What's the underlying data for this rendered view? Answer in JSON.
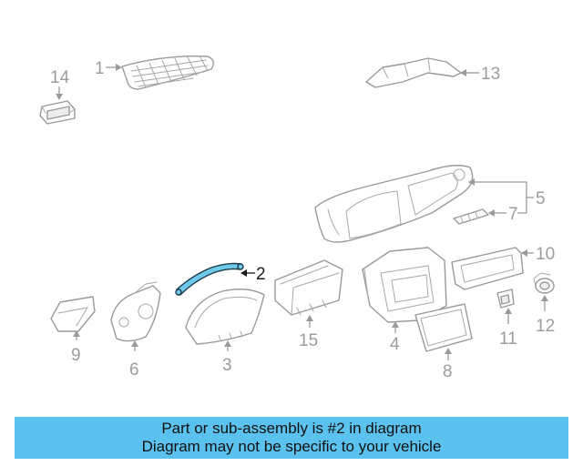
{
  "callouts": {
    "c1": "1",
    "c2": "2",
    "c3": "3",
    "c4": "4",
    "c5": "5",
    "c6": "6",
    "c7": "7",
    "c8": "8",
    "c9": "9",
    "c10": "10",
    "c11": "11",
    "c12": "12",
    "c13": "13",
    "c14": "14",
    "c15": "15"
  },
  "banner": {
    "line1": "Part or sub-assembly is #2 in diagram",
    "line2": "Diagram may not be specific to your vehicle"
  },
  "colors": {
    "highlight_fill": "#6ec9ea",
    "banner_bg": "#5bc2ef",
    "line": "#9a9a9a"
  }
}
